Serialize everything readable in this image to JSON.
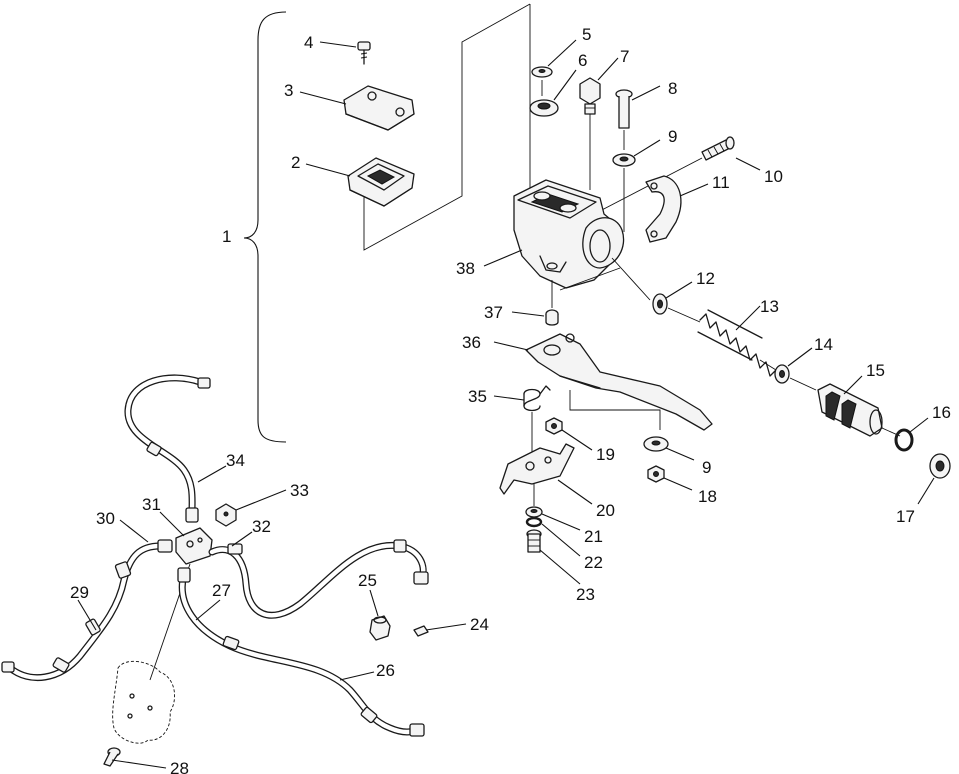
{
  "callouts": [
    {
      "id": "1",
      "text": "1"
    },
    {
      "id": "2",
      "text": "2"
    },
    {
      "id": "3",
      "text": "3"
    },
    {
      "id": "4",
      "text": "4"
    },
    {
      "id": "5",
      "text": "5"
    },
    {
      "id": "6",
      "text": "6"
    },
    {
      "id": "7",
      "text": "7"
    },
    {
      "id": "8",
      "text": "8"
    },
    {
      "id": "9a",
      "text": "9"
    },
    {
      "id": "9b",
      "text": "9"
    },
    {
      "id": "10",
      "text": "10"
    },
    {
      "id": "11",
      "text": "11"
    },
    {
      "id": "12",
      "text": "12"
    },
    {
      "id": "13",
      "text": "13"
    },
    {
      "id": "14",
      "text": "14"
    },
    {
      "id": "15",
      "text": "15"
    },
    {
      "id": "16",
      "text": "16"
    },
    {
      "id": "17",
      "text": "17"
    },
    {
      "id": "18",
      "text": "18"
    },
    {
      "id": "19",
      "text": "19"
    },
    {
      "id": "20",
      "text": "20"
    },
    {
      "id": "21",
      "text": "21"
    },
    {
      "id": "22",
      "text": "22"
    },
    {
      "id": "23",
      "text": "23"
    },
    {
      "id": "24",
      "text": "24"
    },
    {
      "id": "25",
      "text": "25"
    },
    {
      "id": "26",
      "text": "26"
    },
    {
      "id": "27",
      "text": "27"
    },
    {
      "id": "28",
      "text": "28"
    },
    {
      "id": "29",
      "text": "29"
    },
    {
      "id": "30",
      "text": "30"
    },
    {
      "id": "31",
      "text": "31"
    },
    {
      "id": "32",
      "text": "32"
    },
    {
      "id": "33",
      "text": "33"
    },
    {
      "id": "34",
      "text": "34"
    },
    {
      "id": "35",
      "text": "35"
    },
    {
      "id": "36",
      "text": "36"
    },
    {
      "id": "37",
      "text": "37"
    },
    {
      "id": "38",
      "text": "38"
    }
  ]
}
